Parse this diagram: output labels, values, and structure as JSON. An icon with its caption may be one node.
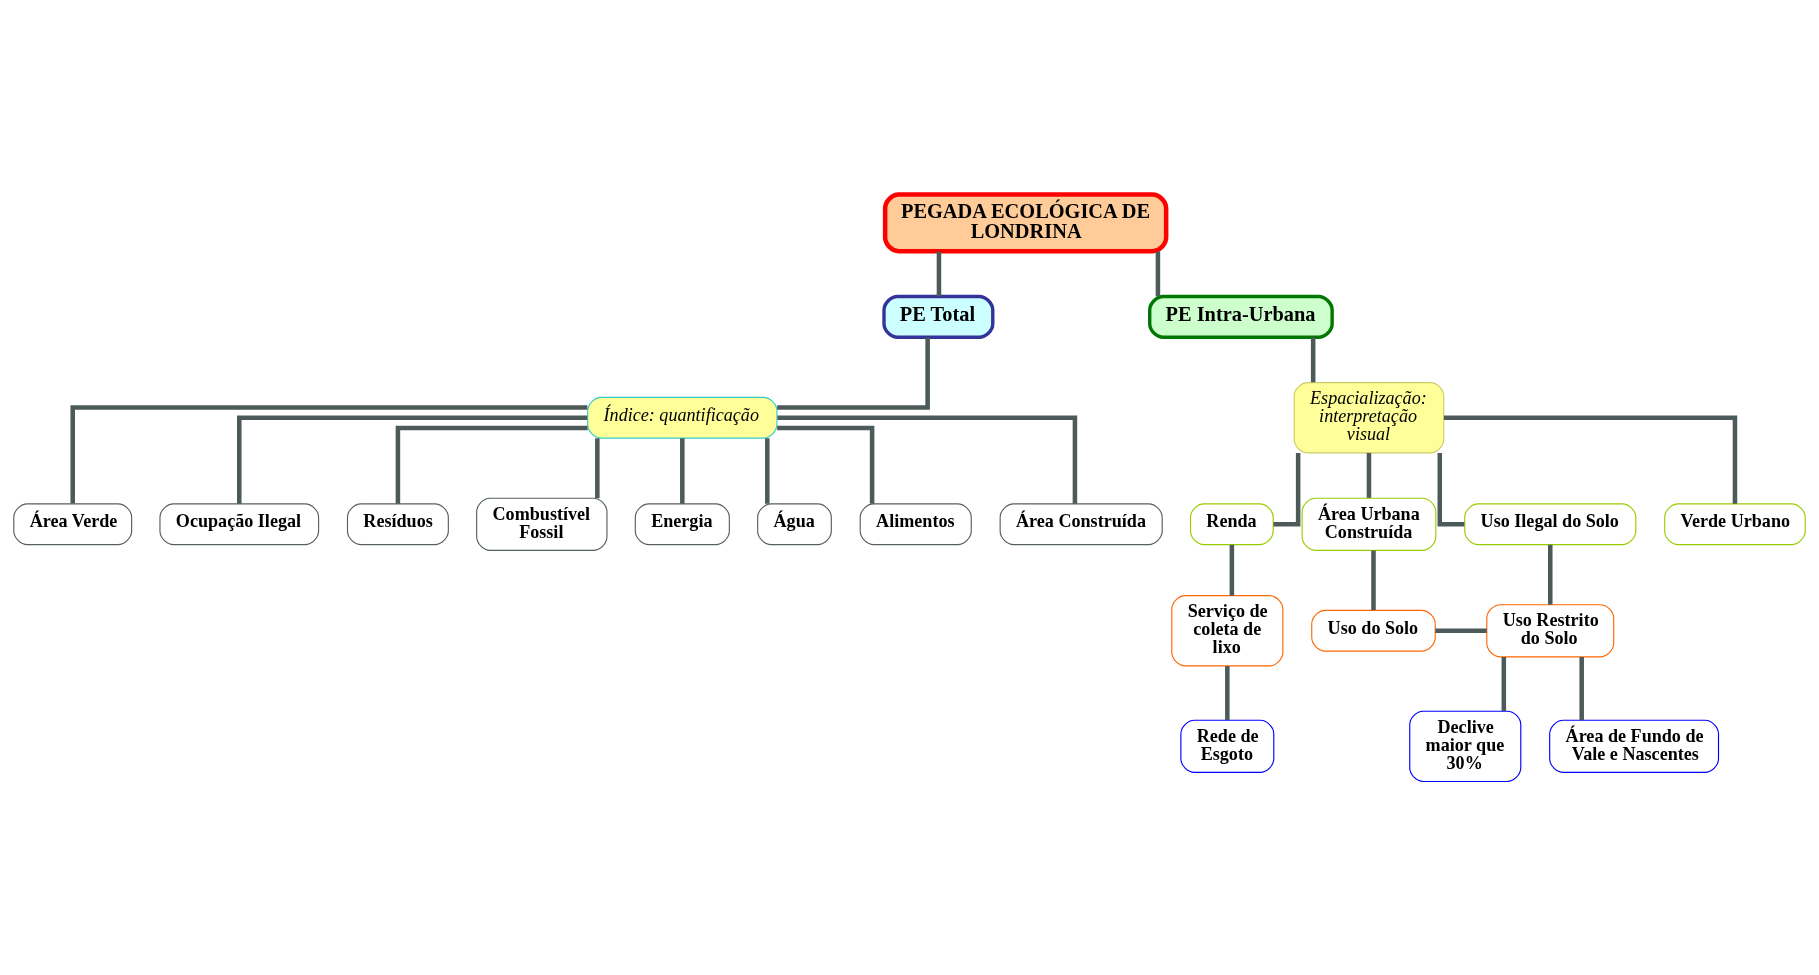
{
  "diagram": {
    "nodes": [
      {
        "text": [
          "PEGADA ECOLÓGICA DE LONDRINA"
        ]
      },
      {
        "text": [
          "PE Total"
        ]
      },
      {
        "text": [
          "PE Intra-Urbana"
        ]
      },
      {
        "text": [
          "Índice: quantificação"
        ]
      },
      {
        "text": [
          "Espacialização: interpretação visual"
        ]
      },
      {
        "text": [
          "Área Verde"
        ]
      },
      {
        "text": [
          "Ocupação Ilegal"
        ]
      },
      {
        "text": [
          "Resíduos"
        ]
      },
      {
        "text": [
          "Combustível Fossil"
        ]
      },
      {
        "text": [
          "Energia"
        ]
      },
      {
        "text": [
          "Água"
        ]
      },
      {
        "text": [
          "Alimentos"
        ]
      },
      {
        "text": [
          "Área Construída"
        ]
      },
      {
        "text": [
          "Renda"
        ]
      },
      {
        "text": [
          "Área Urbana Construída"
        ]
      },
      {
        "text": [
          "Uso Ilegal do Solo"
        ]
      },
      {
        "text": [
          "Verde Urbano"
        ]
      },
      {
        "text": [
          "Serviço de coleta de lixo"
        ]
      },
      {
        "text": [
          "Uso do Solo"
        ]
      },
      {
        "text": [
          "Uso Restrito do Solo"
        ]
      },
      {
        "text": [
          "Rede de Esgoto"
        ]
      },
      {
        "text": [
          "Declive maior que 30%"
        ]
      },
      {
        "text": [
          "Área de Fundo de Vale e Nascentes"
        ]
      }
    ],
    "edges": [
      {
        "from": 0,
        "to": 1,
        "arrow": "none"
      },
      {
        "from": 0,
        "to": 2,
        "arrow": "none"
      },
      {
        "from": 1,
        "to": 3,
        "arrow": "none"
      },
      {
        "from": 2,
        "to": 4,
        "arrow": "none"
      },
      {
        "from": 3,
        "to": 5,
        "arrow": "none"
      },
      {
        "from": 3,
        "to": 6,
        "arrow": "none"
      },
      {
        "from": 3,
        "to": 7,
        "arrow": "none"
      },
      {
        "from": 3,
        "to": 8,
        "arrow": "none"
      },
      {
        "from": 3,
        "to": 9,
        "arrow": "none"
      },
      {
        "from": 3,
        "to": 10,
        "arrow": "none"
      },
      {
        "from": 3,
        "to": 11,
        "arrow": "none"
      },
      {
        "from": 3,
        "to": 12,
        "arrow": "none"
      },
      {
        "from": 4,
        "to": 13,
        "arrow": "none"
      },
      {
        "from": 4,
        "to": 14,
        "arrow": "none"
      },
      {
        "from": 4,
        "to": 15,
        "arrow": "none"
      },
      {
        "from": 4,
        "to": 16,
        "arrow": "none"
      },
      {
        "from": 13,
        "to": 17,
        "arrow": "none"
      },
      {
        "from": 17,
        "to": 20,
        "arrow": "none"
      },
      {
        "from": 14,
        "to": 18,
        "arrow": "none"
      },
      {
        "from": 15,
        "to": 19,
        "arrow": "none"
      },
      {
        "from": 18,
        "to": 19,
        "arrow": "none"
      },
      {
        "from": 19,
        "to": 21,
        "arrow": "none"
      },
      {
        "from": 19,
        "to": 22,
        "arrow": "none"
      }
    ]
  }
}
